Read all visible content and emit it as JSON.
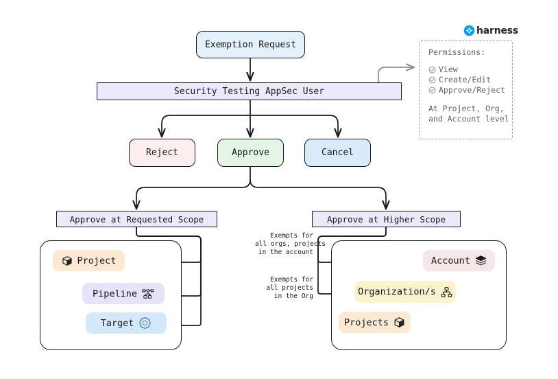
{
  "brand": {
    "name": "harness",
    "logo_icon": "harness-diamond-icon",
    "logo_color": "#0b9bf0"
  },
  "flow": {
    "start": {
      "label": "Exemption Request",
      "color": "#e4f0fb"
    },
    "actor": {
      "label": "Security Testing AppSec User",
      "color": "#ece9fb"
    },
    "decisions": [
      {
        "name": "reject",
        "label": "Reject",
        "color": "#fdeeee"
      },
      {
        "name": "approve",
        "label": "Approve",
        "color": "#e3f5e4"
      },
      {
        "name": "cancel",
        "label": "Cancel",
        "color": "#d9eafb"
      }
    ],
    "scopes": [
      {
        "name": "requested",
        "label": "Approve at Requested Scope",
        "color": "#ece9fb"
      },
      {
        "name": "higher",
        "label": "Approve at Higher Scope",
        "color": "#ece9fb"
      }
    ]
  },
  "requested_scope": {
    "items": [
      {
        "label": "Project",
        "icon": "cube-icon",
        "color": "#fbe9d3"
      },
      {
        "label": "Pipeline",
        "icon": "pipeline-icon",
        "color": "#e7e2f7"
      },
      {
        "label": "Target",
        "icon": "target-icon",
        "color": "#d5e8fa"
      }
    ]
  },
  "higher_scope": {
    "items": [
      {
        "label": "Account",
        "icon": "layers-icon",
        "color": "#f5e7e7"
      },
      {
        "label": "Organization/s",
        "icon": "sitemap-icon",
        "color": "#fbf3cd"
      },
      {
        "label": "Projects",
        "icon": "cube-icon",
        "color": "#fbe9d3"
      }
    ],
    "edge_labels": {
      "account": "Exempts for\nall orgs, projects\nin the account",
      "org": "Exempts for\nall projects\nin the Org"
    }
  },
  "permissions": {
    "title": "Permissions:",
    "items": [
      {
        "label": "View",
        "icon": "check-circle-icon"
      },
      {
        "label": "Create/Edit",
        "icon": "check-circle-icon"
      },
      {
        "label": "Approve/Reject",
        "icon": "check-circle-icon"
      }
    ],
    "note_line1": "At Project, Org,",
    "note_line2": "and Account level"
  }
}
